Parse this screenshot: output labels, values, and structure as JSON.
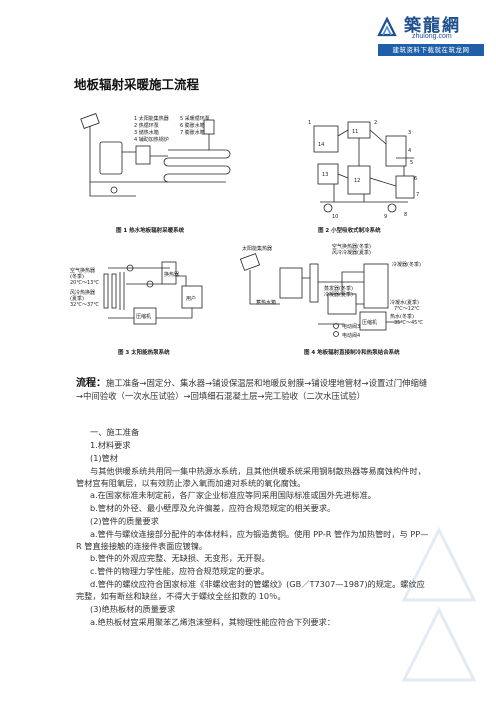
{
  "logo": {
    "name": "築龍網",
    "site": "zhulong.com",
    "slogan": "建筑资料下载就在筑龙网"
  },
  "title": "地板辐射采暖施工流程",
  "figures": [
    {
      "caption": "图 1   热水地板辐射采暖系统",
      "legend": [
        "1 太阳能集热器",
        "2 热循环泵",
        "3 储热水箱",
        "4 辅助加热锅炉",
        "5 采暖循环泵",
        "6 膨胀水箱",
        "7 膨胀水箱"
      ]
    },
    {
      "caption": "图 2   小型吸收式制冷系统",
      "labels": [
        "14",
        "11",
        "12",
        "13",
        "10",
        "9",
        "8",
        "1",
        "2",
        "3",
        "4",
        "5",
        "6",
        "7"
      ]
    },
    {
      "caption": "图 3   太阳能热泵系统",
      "labels": [
        "空气换热器",
        "(冬季)",
        "20℃～13℃",
        "风冷热换器",
        "(夏季)",
        "32℃～37℃",
        "压缩机",
        "换热器",
        "用户"
      ]
    },
    {
      "caption": "图 4   地板辐射直接制冷和热泵结合系统",
      "labels": [
        "太阳能集热器",
        "空气换热器(冬季)",
        "风冷冷凝器(夏季)",
        "蓄热水箱",
        "蒸发器(冬季)",
        "冷凝器(夏季)",
        "电动阀3",
        "电动阀4",
        "压缩机",
        "冷凝器(冬季)",
        "冷凝水(夏季)",
        "7℃～12℃",
        "热水(冬季)",
        "35℃～45℃"
      ]
    }
  ],
  "flow": {
    "lead": "流程：",
    "text": "施工准备→固定分、集水器→铺设保温层和地暖反射膜→铺设埋地管材→设置过门伸缩缝→中间验收（一次水压试验）→回填细石混凝土层→完工验收（二次水压试验）"
  },
  "body": [
    {
      "id": "s1",
      "text": "一、施工准备"
    },
    {
      "id": "s11",
      "text": "1.材料要求"
    },
    {
      "id": "s111",
      "text": "(1)管材"
    },
    {
      "id": "p1",
      "text": "与其他供暖系统共用同一集中热源水系统，且其他供暖系统采用钢制散热器等易腐蚀构件时，管材宜有阻氧层，以有效防止渗入氧而加速对系统的氧化腐蚀。"
    },
    {
      "id": "p2",
      "text": "a.在国家标准未制定前，各厂家企业标准应等同采用国际标准或国外先进标准。"
    },
    {
      "id": "p3",
      "text": "b.管材的外径、最小壁厚及允许偏差，应符合规范规定的相关要求。"
    },
    {
      "id": "s112",
      "text": "(2)管件的质量要求"
    },
    {
      "id": "p4",
      "text": "a.管件与螺纹连接部分配件的本体材料，应为锻造黄铜。使用 PP-R 管作为加热管时，与 PP—R 管直接接触的连接件表面应镀镍。"
    },
    {
      "id": "p5",
      "text": "b.管件的外观应完整、无缺损、无变形，无开裂。"
    },
    {
      "id": "p6",
      "text": "c.管件的物理力学性能，应符合规范规定的要求。"
    },
    {
      "id": "p7",
      "text": "d.管件的螺纹应符合国家标准《非螺纹密封的管螺纹》(GB／T7307—1987)的规定。螺纹应完整，如有断丝和缺丝，不得大于螺纹全丝扣数的 10％。"
    },
    {
      "id": "s113",
      "text": "(3)绝热板材的质量要求"
    },
    {
      "id": "p8",
      "text": "a.绝热板材宜采用聚苯乙烯泡沫塑料，其物理性能应符合下列要求："
    }
  ],
  "colors": {
    "brand": "#1e4f8f",
    "brand_bar": "#1e5fa8"
  }
}
